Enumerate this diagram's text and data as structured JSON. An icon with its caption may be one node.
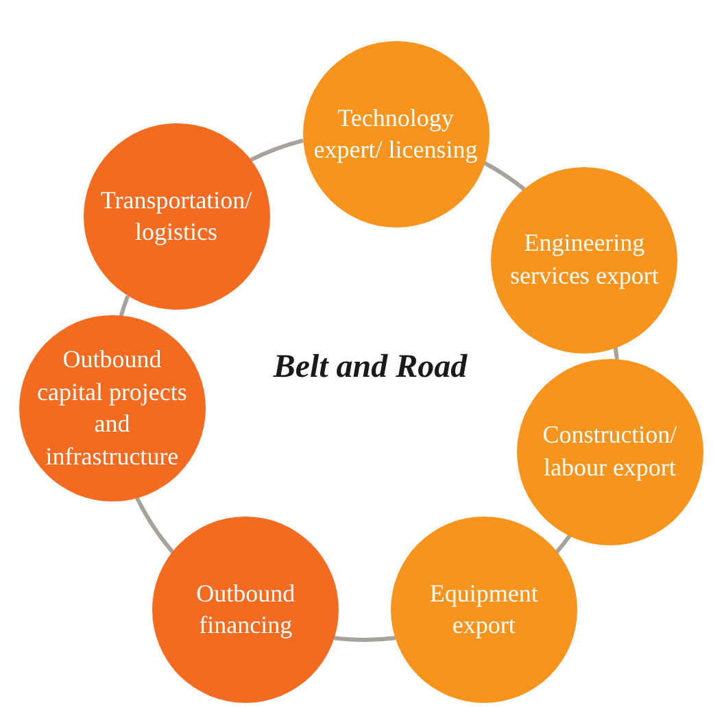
{
  "diagram": {
    "title": "Belt and Road",
    "nodes": [
      {
        "text": [
          "Technology expert/ licensing"
        ]
      },
      {
        "text": [
          "Engineering services export"
        ]
      },
      {
        "text": [
          "Construction/ labour export"
        ]
      },
      {
        "text": [
          "Equipment export"
        ]
      },
      {
        "text": [
          "Outbound financing"
        ]
      },
      {
        "text": [
          "Outbound capital projects and infrastructure"
        ]
      },
      {
        "text": [
          "Transportation/ logistics"
        ]
      }
    ],
    "edges": [
      {
        "from": 0,
        "to": 1,
        "arrow": "none"
      },
      {
        "from": 1,
        "to": 2,
        "arrow": "none"
      },
      {
        "from": 2,
        "to": 3,
        "arrow": "none"
      },
      {
        "from": 3,
        "to": 4,
        "arrow": "none"
      },
      {
        "from": 4,
        "to": 5,
        "arrow": "none"
      },
      {
        "from": 5,
        "to": 6,
        "arrow": "none"
      },
      {
        "from": 6,
        "to": 0,
        "arrow": "none"
      }
    ]
  }
}
